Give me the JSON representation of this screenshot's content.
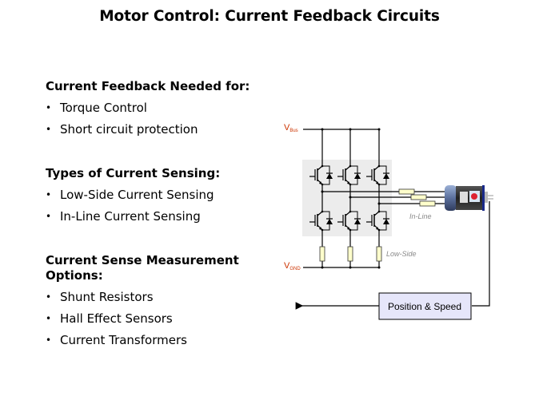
{
  "slide": {
    "title": "Motor Control: Current Feedback Circuits"
  },
  "sections": [
    {
      "heading": "Current Feedback Needed for:",
      "bullets": [
        "Torque Control",
        "Short circuit protection"
      ]
    },
    {
      "heading": "Types of Current Sensing:",
      "bullets": [
        "Low-Side Current Sensing",
        "In-Line Current Sensing"
      ]
    },
    {
      "heading_line1": "Current Sense Measurement",
      "heading_line2": "Options:",
      "bullets": [
        "Shunt Resistors",
        "Hall Effect Sensors",
        "Current Transformers"
      ]
    }
  ],
  "bullet_glyph": "•",
  "diagram": {
    "vbus_label": "V",
    "vbus_sub": "Bus",
    "vgnd_label": "V",
    "vgnd_sub": "GND",
    "inline_label": "In-Line",
    "lowside_label": "Low-Side",
    "feedback_box_label": "Position & Speed",
    "colors": {
      "voltage_label": "#cc3300",
      "inverter_bg": "#ececec",
      "shunt_fill": "#ffffcc",
      "feedback_box_fill": "#e6e6fa",
      "annotation": "#8a8a8a"
    }
  }
}
